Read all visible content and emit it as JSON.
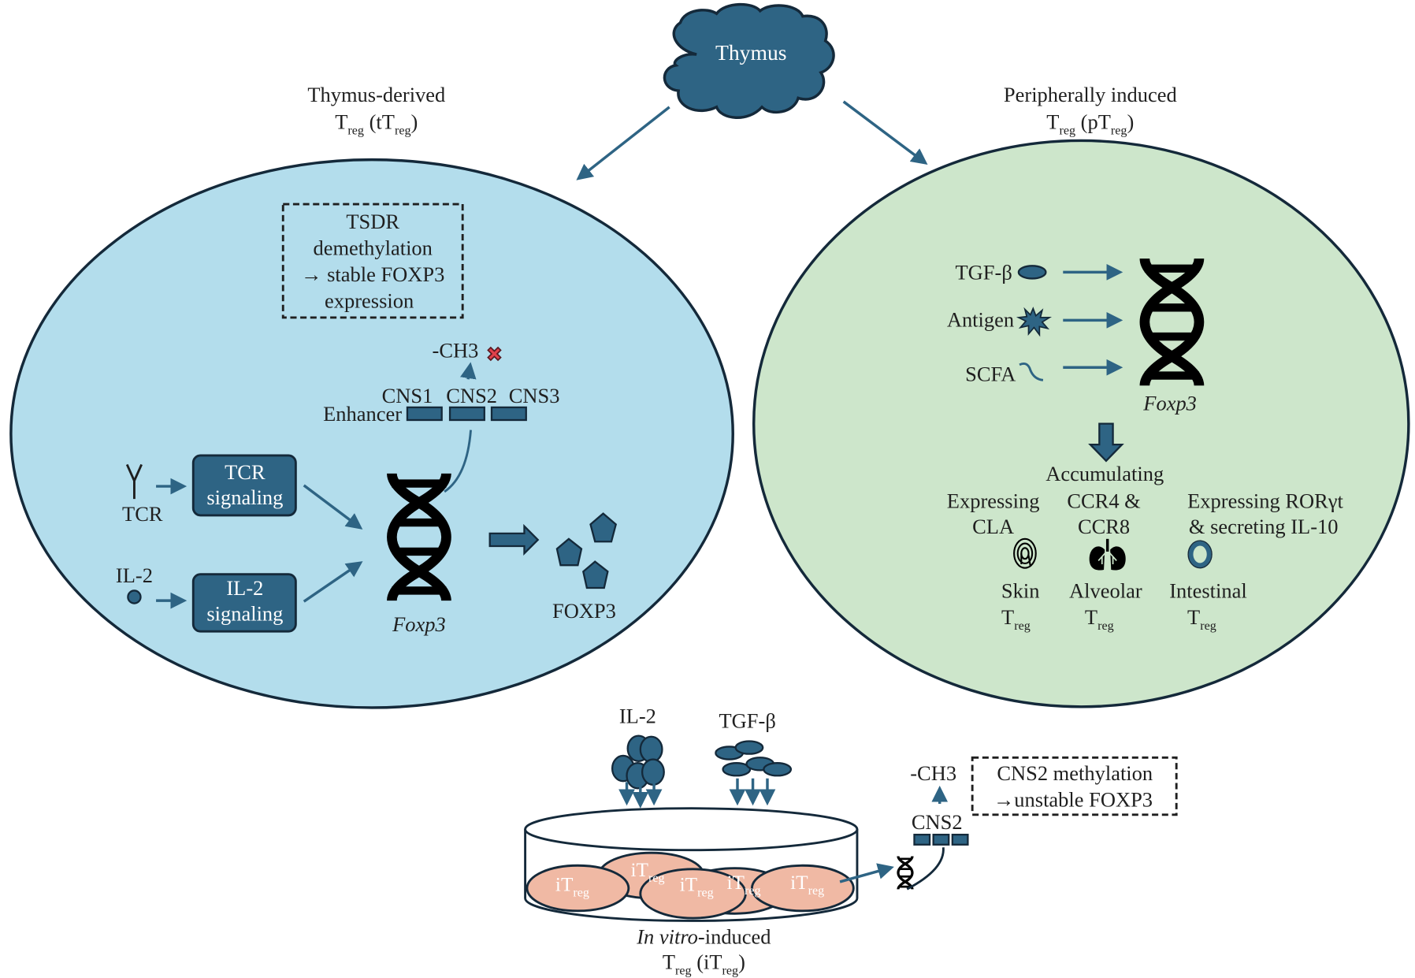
{
  "colors": {
    "primary": "#2e6484",
    "outline": "#14293a",
    "ttreg_cell": "#b3ddec",
    "ptreg_cell": "#cde6cb",
    "itreg_cell": "#f0b9a4",
    "cross": "#e0414b",
    "text": "#1f1f1f"
  },
  "thymus": {
    "label": "Thymus"
  },
  "ttreg": {
    "title_line1": "Thymus-derived",
    "title_T": "T",
    "title_reg": "reg",
    "title_paren_open": " (tT",
    "title_reg2": "reg",
    "title_paren_close": ")",
    "tsdr_box": [
      "TSDR",
      "demethylation",
      "→ stable FOXP3",
      "expression"
    ],
    "ch3_label": "-CH3",
    "cns_labels": [
      "CNS1",
      "CNS2",
      "CNS3"
    ],
    "enhancer_label": "Enhancer",
    "tcr_label": "TCR",
    "tcr_signaling": [
      "TCR",
      "signaling"
    ],
    "il2_label": "IL-2",
    "il2_signaling": [
      "IL-2",
      "signaling"
    ],
    "gene_label": "Foxp3",
    "protein_label": "FOXP3"
  },
  "ptreg": {
    "title_line1": "Peripherally induced",
    "title_T": "T",
    "title_reg": "reg",
    "title_paren_open": " (pT",
    "title_reg2": "reg",
    "title_paren_close": ")",
    "inducers": [
      {
        "label": "TGF-β",
        "icon": "tgf-beta-ellipse-icon"
      },
      {
        "label": "Antigen",
        "icon": "antigen-burst-icon"
      },
      {
        "label": "SCFA",
        "icon": "scfa-squiggle-icon"
      }
    ],
    "gene_label": "Foxp3",
    "subsets": [
      {
        "desc": [
          "Expressing",
          "CLA"
        ],
        "icon": "fingerprint-icon",
        "name": "Skin",
        "T": "T",
        "reg": "reg"
      },
      {
        "desc": [
          "Accumulating",
          "CCR4 &",
          "CCR8"
        ],
        "icon": "lungs-icon",
        "name": "Alveolar",
        "T": "T",
        "reg": "reg"
      },
      {
        "desc": [
          "Expressing RORγt",
          "& secreting IL-10"
        ],
        "icon": "intestine-ring-icon",
        "name": "Intestinal",
        "T": "T",
        "reg": "reg"
      }
    ]
  },
  "itreg": {
    "il2_label": "IL-2",
    "tgfb_label": "TGF-β",
    "cell_i": "iT",
    "cell_reg": "reg",
    "ch3_label": "-CH3",
    "cns2_label": "CNS2",
    "methylation_box": [
      "CNS2 methylation",
      "→unstable FOXP3"
    ],
    "title_italic": "In vitro",
    "title_rest": "-induced",
    "title_T": "T",
    "title_reg": "reg",
    "title_paren_open": " (iT",
    "title_reg2": "reg",
    "title_paren_close": ")"
  }
}
